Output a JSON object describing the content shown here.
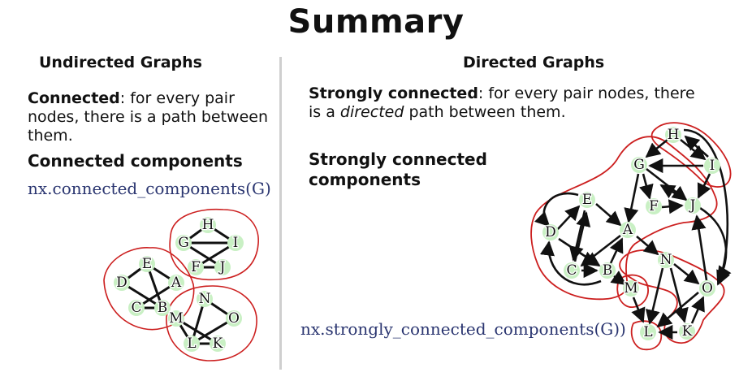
{
  "title": "Summary",
  "left": {
    "header": "Undirected Graphs",
    "connected_term": "Connected",
    "connected_def_1": ": for every pair",
    "connected_def_2": "nodes, there is a path between",
    "connected_def_3": "them.",
    "components_heading": "Connected components",
    "code": "nx.connected_components(G)"
  },
  "right": {
    "header": "Directed Graphs",
    "strong_term": "Strongly connected",
    "strong_def_1": ": for every pair nodes, there",
    "strong_def_2a": "is a ",
    "strong_def_2b": "directed",
    "strong_def_2c": " path between them.",
    "components_heading_1": "Strongly connected",
    "components_heading_2": "components",
    "code": "nx.strongly_connected_components(G))"
  },
  "graphs": {
    "undirected": {
      "nodes": [
        "A",
        "B",
        "C",
        "D",
        "E",
        "F",
        "G",
        "H",
        "I",
        "J",
        "K",
        "L",
        "M",
        "N",
        "O"
      ],
      "components": [
        [
          "D",
          "E",
          "A",
          "B",
          "C"
        ],
        [
          "G",
          "H",
          "I",
          "J",
          "F"
        ],
        [
          "M",
          "N",
          "O",
          "K",
          "L"
        ]
      ]
    },
    "directed": {
      "nodes": [
        "A",
        "B",
        "C",
        "D",
        "E",
        "F",
        "G",
        "H",
        "I",
        "J",
        "K",
        "L",
        "M",
        "N",
        "O"
      ],
      "strongly_connected_components": [
        [
          "A",
          "B",
          "C",
          "D",
          "E",
          "F",
          "G",
          "J"
        ],
        [
          "H",
          "I"
        ],
        [
          "M"
        ],
        [
          "N",
          "O",
          "K"
        ],
        [
          "L"
        ]
      ]
    }
  },
  "colors": {
    "component_outline": "#cc1f1f",
    "node_fill": "#c9f0c4",
    "code_text": "#2a3570",
    "divider": "#cfcfcf"
  }
}
